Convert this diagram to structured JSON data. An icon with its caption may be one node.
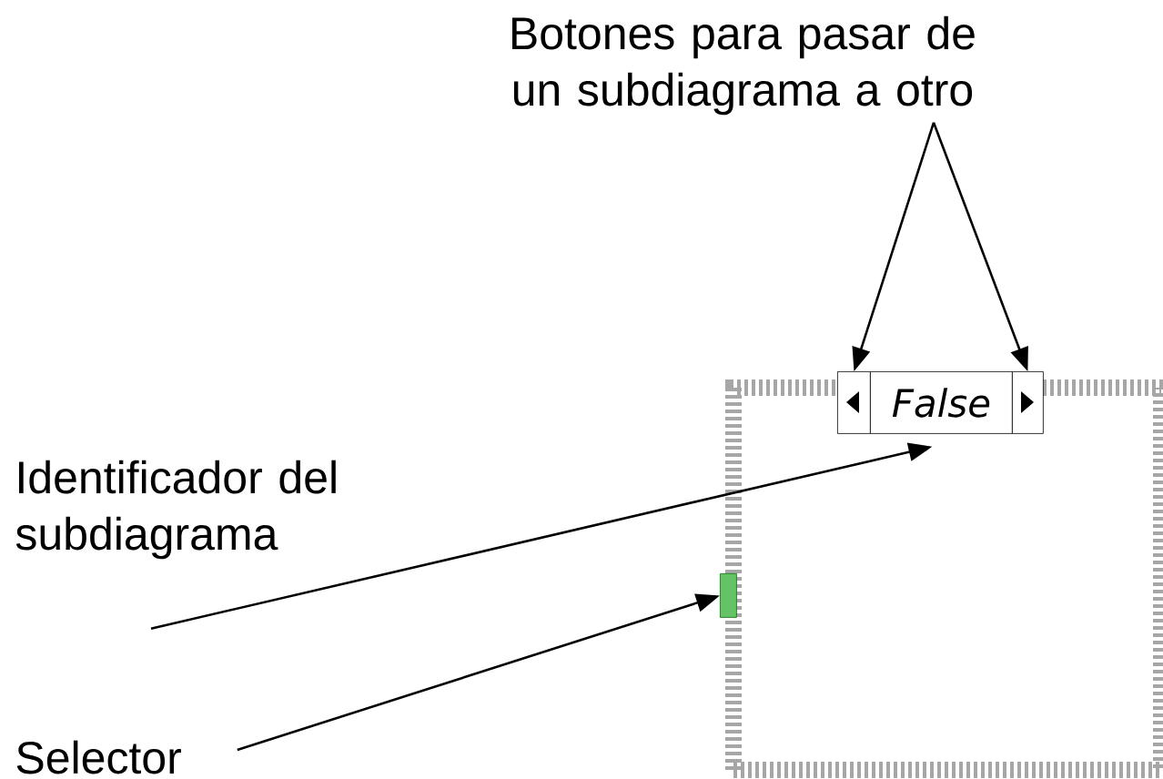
{
  "diagram": {
    "nodes": [
      {
        "text": [
          "Botones para pasar de un subdiagrama a otro"
        ]
      },
      {
        "text": [],
        "shape": "box"
      },
      {
        "text": [],
        "shape": "box",
        "in": 1
      },
      {
        "text": [
          "False"
        ],
        "in": 1
      },
      {
        "text": [],
        "shape": "box",
        "in": 1
      },
      {
        "text": [
          "Identificador del subdiagrama"
        ]
      },
      {
        "text": [],
        "shape": "box",
        "in": 1
      },
      {
        "text": [
          "Selector"
        ]
      }
    ],
    "edges": [
      {
        "from": 0,
        "to": 2,
        "arrow": "to"
      },
      {
        "from": 0,
        "to": 4,
        "arrow": "to"
      },
      {
        "from": 5,
        "to": 3,
        "arrow": "to"
      },
      {
        "from": 7,
        "to": 6,
        "arrow": "to"
      }
    ]
  }
}
